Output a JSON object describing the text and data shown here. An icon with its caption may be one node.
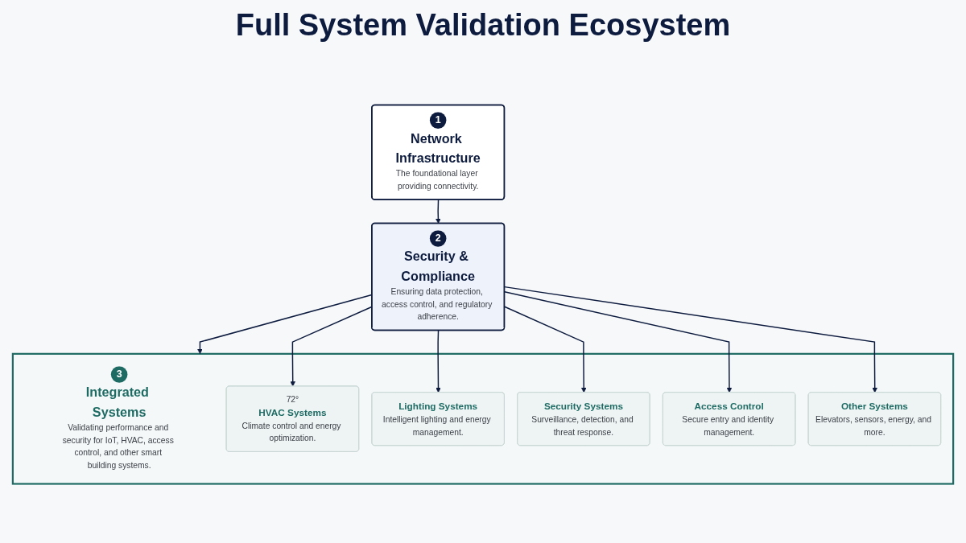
{
  "diagram": {
    "title": "Full System Validation Ecosystem",
    "nodes": [
      {
        "text": [
          "1",
          "Network Infrastructure",
          "The foundational layer providing connectivity."
        ]
      },
      {
        "text": [
          "2",
          "Security & Compliance",
          "Ensuring data protection, access control, and regulatory adherence."
        ]
      },
      {
        "text": [
          "3",
          "Integrated Systems",
          "Validating performance and security for IoT, HVAC, access control, and other smart building systems."
        ]
      },
      {
        "text": [
          "72°",
          "HVAC Systems",
          "Climate control and energy optimization."
        ],
        "in": 2
      },
      {
        "text": [
          "Lighting Systems",
          "Intelligent lighting and energy management."
        ],
        "in": 2
      },
      {
        "text": [
          "Security Systems",
          "Surveillance, detection, and threat response."
        ],
        "in": 2
      },
      {
        "text": [
          "Access Control",
          "Secure entry and identity management."
        ],
        "in": 2
      },
      {
        "text": [
          "Other Systems",
          "Elevators, sensors, energy, and more."
        ],
        "in": 2
      }
    ],
    "edges": [
      {
        "from": 0,
        "to": 1,
        "arrow": "to"
      },
      {
        "from": 1,
        "to": 2,
        "arrow": "to"
      },
      {
        "from": 1,
        "to": 3,
        "arrow": "to"
      },
      {
        "from": 1,
        "to": 4,
        "arrow": "to"
      },
      {
        "from": 1,
        "to": 5,
        "arrow": "to"
      },
      {
        "from": 1,
        "to": 6,
        "arrow": "to"
      },
      {
        "from": 1,
        "to": 7,
        "arrow": "to"
      }
    ]
  }
}
